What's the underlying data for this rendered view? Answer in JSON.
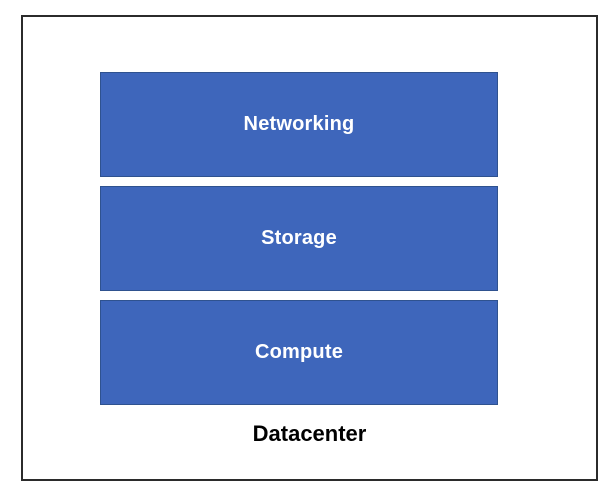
{
  "diagram": {
    "layers": [
      {
        "label": "Networking"
      },
      {
        "label": "Storage"
      },
      {
        "label": "Compute"
      }
    ],
    "caption": "Datacenter"
  },
  "colors": {
    "layer_fill": "#3E66BB",
    "layer_border": "#2F528F",
    "frame_border": "#2B2B2B",
    "label_text": "#FFFFFF",
    "caption_text": "#000000"
  }
}
